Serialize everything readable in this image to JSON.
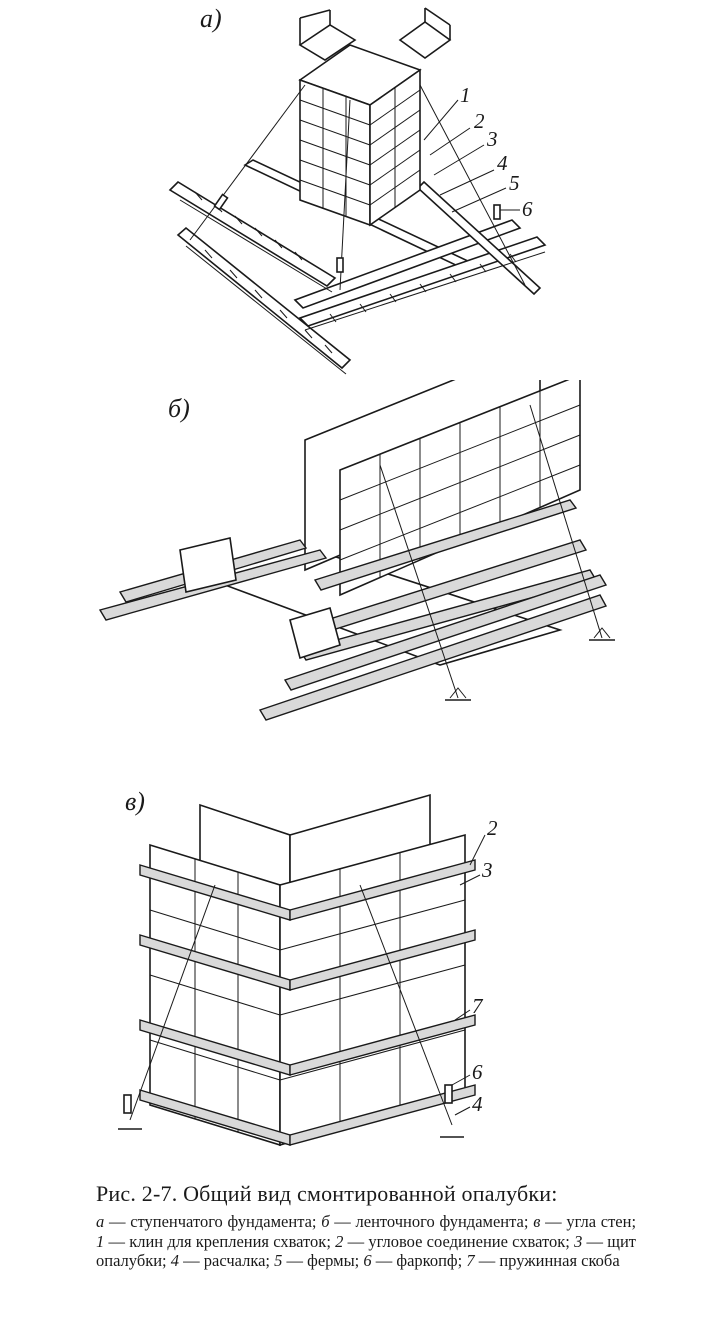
{
  "panels": {
    "a": {
      "label": "а)",
      "callouts": [
        "1",
        "2",
        "3",
        "4",
        "5",
        "6"
      ]
    },
    "b": {
      "label": "б)"
    },
    "c": {
      "label": "в)",
      "callouts": [
        "2",
        "3",
        "7",
        "6",
        "4"
      ]
    }
  },
  "caption": {
    "title": "Рис. 2-7. Общий вид смонтированной опалубки:",
    "items": [
      {
        "key": "а",
        "text": "ступенчатого фундамента;"
      },
      {
        "key": "б",
        "text": "ленточного фундамента;"
      },
      {
        "key": "в",
        "text": "угла стен;"
      },
      {
        "key": "1",
        "text": "клин для крепления схваток;"
      },
      {
        "key": "2",
        "text": "угловое соединение схваток;"
      },
      {
        "key": "3",
        "text": "щит опалубки;"
      },
      {
        "key": "4",
        "text": "расчалка;"
      },
      {
        "key": "5",
        "text": "фермы;"
      },
      {
        "key": "6",
        "text": "фаркопф;"
      },
      {
        "key": "7",
        "text": "пружинная скоба"
      }
    ]
  }
}
